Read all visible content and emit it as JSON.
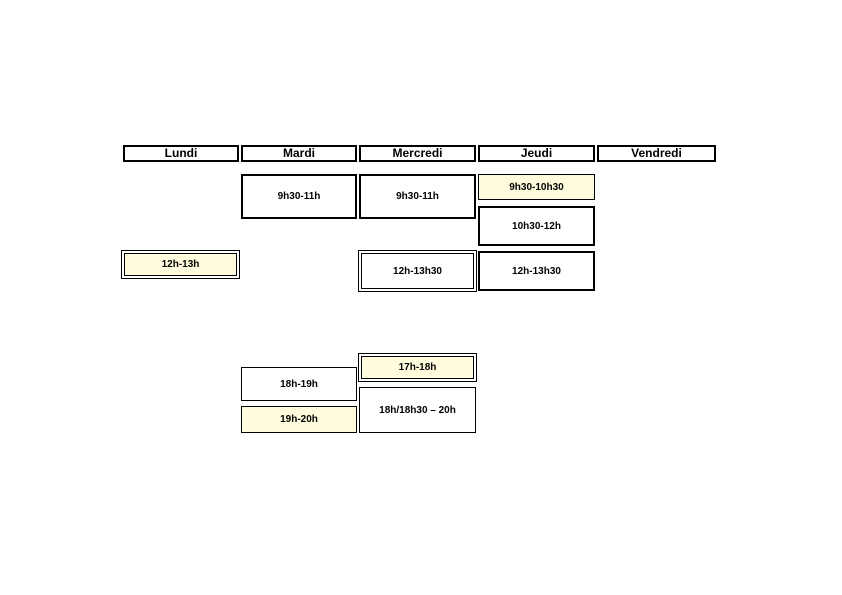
{
  "days": [
    "Lundi",
    "Mardi",
    "Mercredi",
    "Jeudi",
    "Vendredi"
  ],
  "slots": {
    "lundi_1": "12h-13h",
    "mardi_1": "9h30-11h",
    "mardi_2": "18h-19h",
    "mardi_3": "19h-20h",
    "mercredi_1": "9h30-11h",
    "mercredi_2": "12h-13h30",
    "mercredi_3": "17h-18h",
    "mercredi_4": "18h/18h30 – 20h",
    "jeudi_1": "9h30-10h30",
    "jeudi_2": "10h30-12h",
    "jeudi_3": "12h-13h30"
  },
  "colors": {
    "highlight": "#fefcdc",
    "border": "#000000"
  }
}
